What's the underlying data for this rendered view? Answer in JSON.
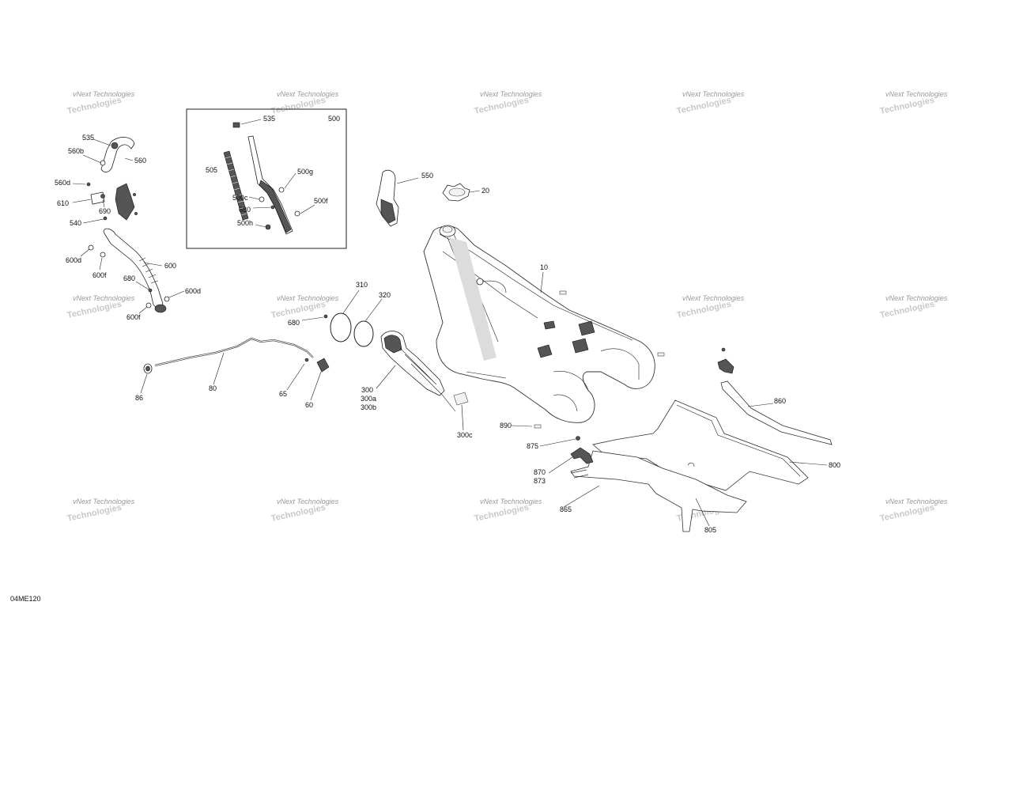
{
  "diagram_code": "04ME120",
  "kit_box_label": "500",
  "watermark": {
    "line1": "vNext Technologies",
    "line2": "Technologies"
  },
  "callouts": {
    "c535a": "535",
    "c560b": "560b",
    "c560": "560",
    "c560d": "560d",
    "c610": "610",
    "c690": "690",
    "c540": "540",
    "c600d_left": "600d",
    "c600": "600",
    "c600f_a": "600f",
    "c680_left": "680",
    "c600d_right": "600d",
    "c600f_b": "600f",
    "c535_box": "535",
    "c505": "505",
    "c500g": "500g",
    "c500c": "500c",
    "c680_box": "680",
    "c500f": "500f",
    "c500h": "500h",
    "c550": "550",
    "c20": "20",
    "c10": "10",
    "c310": "310",
    "c320": "320",
    "c680_mid": "680",
    "c86": "86",
    "c80": "80",
    "c65": "65",
    "c60": "60",
    "c300": "300",
    "c300a": "300a",
    "c300b": "300b",
    "c300c": "300c",
    "c890": "890",
    "c875": "875",
    "c870": "870",
    "c873": "873",
    "c865": "865",
    "c805": "805",
    "c800": "800",
    "c860": "860"
  }
}
